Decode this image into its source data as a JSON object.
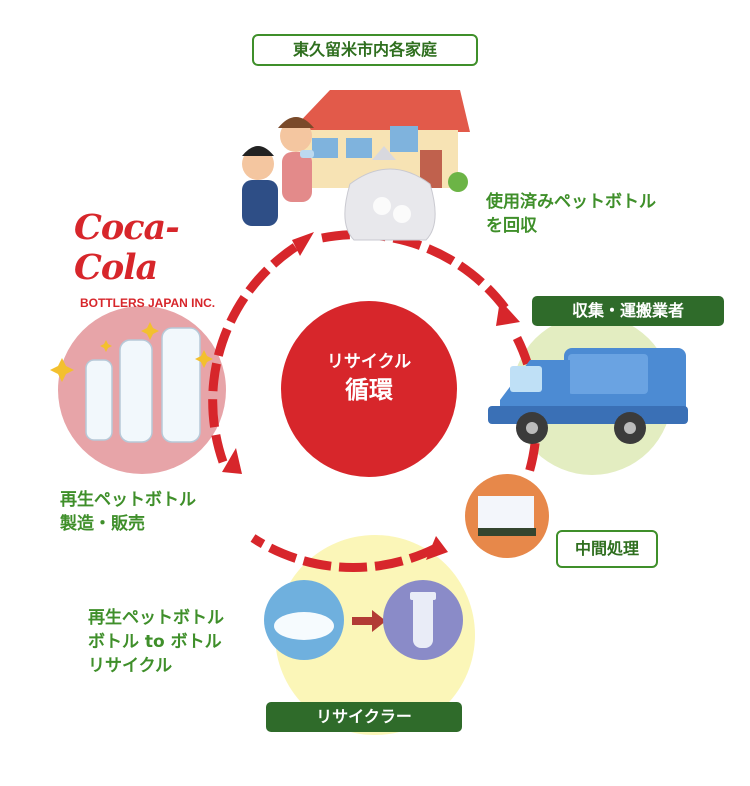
{
  "nodes": {
    "households": "東久留米市内各家庭",
    "collection_text": [
      "使用済みペットボトル",
      "を回収"
    ],
    "collector": "収集・運搬業者",
    "processing": "中間処理",
    "recycler": "リサイクラー",
    "recycle_text": [
      "再生ペットボトル",
      "ボトル to ボトル",
      "リサイクル"
    ],
    "manufacture_text": [
      "再生ペットボトル",
      "製造・販売"
    ]
  },
  "center": [
    "リサイクル",
    "循環"
  ],
  "logo": {
    "brand": "Coca-Cola",
    "sub": "BOTTLERS JAPAN INC."
  },
  "colors": {
    "red": "#d7262b",
    "green": "#3f8f2a",
    "dark_green": "#2f6b2a"
  }
}
